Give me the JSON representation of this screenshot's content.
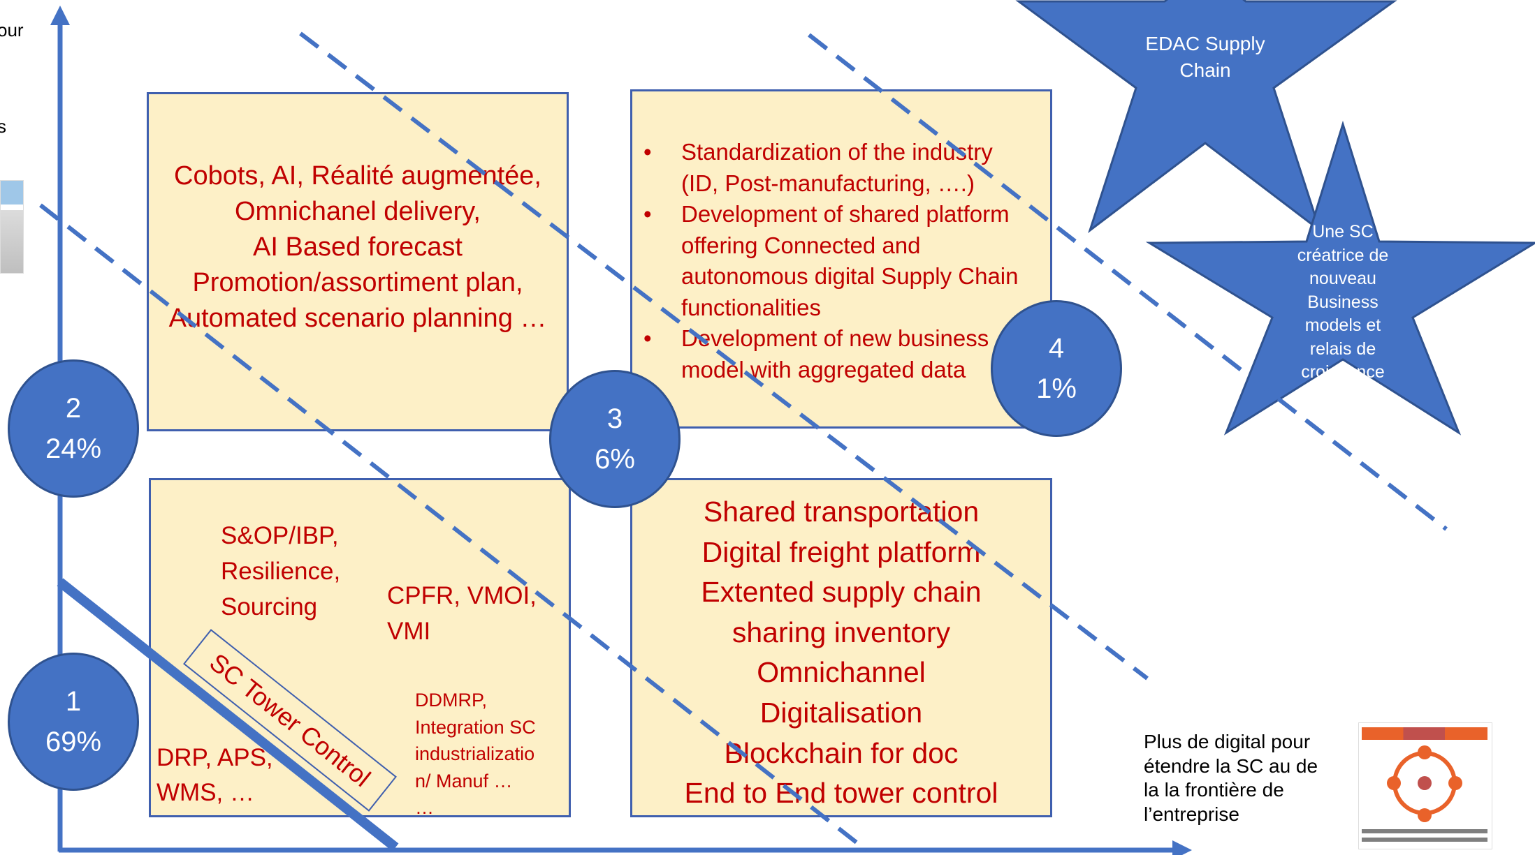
{
  "left_edge_fragments": [
    "our",
    "s"
  ],
  "quadrants": {
    "q2": {
      "lines": [
        "Cobots, AI, Réalité augmentée,",
        "Omnichanel delivery,",
        "AI Based forecast",
        "Promotion/assortiment plan,",
        "Automated scenario planning …"
      ]
    },
    "q4": {
      "bullets": [
        {
          "lines": [
            "Standardization of the industry",
            "(ID, Post-manufacturing, ….)"
          ]
        },
        {
          "lines": [
            "Development of shared platform",
            "offering Connected and",
            "autonomous digital Supply Chain",
            "functionalities"
          ]
        },
        {
          "lines": [
            "Development of new business",
            "model with aggregated data"
          ]
        }
      ]
    },
    "q1": {
      "group1": [
        "S&OP/IBP,",
        "Resilience,",
        "Sourcing"
      ],
      "group2": [
        "CPFR, VMOI,",
        "VMI"
      ],
      "group3": [
        "DRP, APS,",
        "WMS, …"
      ],
      "group4": [
        "DDMRP,",
        "Integration SC",
        "industrializatio",
        "n/ Manuf …",
        "…"
      ],
      "tower_label": "SC Tower Control"
    },
    "q3": {
      "lines": [
        "Shared transportation",
        "Digital freight platform",
        "Extented supply chain",
        "sharing inventory",
        "Omnichannel",
        "Digitalisation",
        "Blockchain for doc",
        "End to End tower control"
      ]
    }
  },
  "circles": [
    {
      "number": "1",
      "percent": "69%"
    },
    {
      "number": "2",
      "percent": "24%"
    },
    {
      "number": "3",
      "percent": "6%"
    },
    {
      "number": "4",
      "percent": "1%"
    }
  ],
  "stars": {
    "edac": [
      "EDAC Supply",
      "Chain"
    ],
    "une_sc": [
      "Une SC",
      "créatrice de",
      "nouveau",
      "Business",
      "models et",
      "relais de",
      "croissance"
    ]
  },
  "caption": [
    "Plus de digital pour",
    "étendre la SC au de",
    "la la frontière de",
    "l’entreprise"
  ],
  "colors": {
    "box_fill": "#fdf0c7",
    "box_border": "#3f5fae",
    "red_text": "#c00000",
    "accent_blue": "#4472c4",
    "dashed_blue": "#4472c4"
  }
}
